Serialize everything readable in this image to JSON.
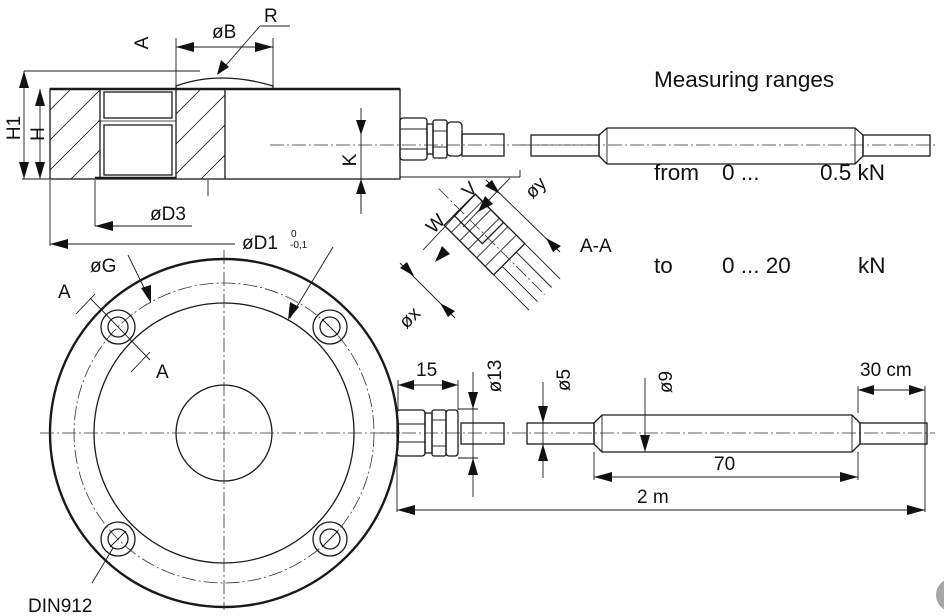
{
  "heading": {
    "line1": "Measuring ranges",
    "line2": {
      "prefix": "from",
      "start": "0 ...",
      "end": "0.5 kN"
    },
    "line3": {
      "prefix": "to",
      "start": "0 ... 20",
      "end": "kN"
    }
  },
  "side_view_labels": {
    "section_mark": "A",
    "dia_b": "øB",
    "radius": "R",
    "h1": "H1",
    "h": "H",
    "k": "K",
    "dia_d3": "øD3",
    "dia_d1": "øD1",
    "dia_d1_tol_upper": "0",
    "dia_d1_tol_lower": "-0,1"
  },
  "section_detail_labels": {
    "w": "W",
    "v": "V",
    "dia_y": "øy",
    "dia_x": "øx",
    "section_name": "A-A"
  },
  "top_view_labels": {
    "dia_g": "øG",
    "section_a_left": "A",
    "section_a_right": "A",
    "screw_standard": "DIN912"
  },
  "cable_labels": {
    "gland_length": "15",
    "dia_13": "ø13",
    "dia_5": "ø5",
    "dia_9": "ø9",
    "sleeve_length": "70",
    "cable_length": "2 m",
    "end_length": "30 cm"
  },
  "colors": {
    "line": "#1a1a1a",
    "background": "#ffffff",
    "corner_dot": "#a6a6a6"
  }
}
